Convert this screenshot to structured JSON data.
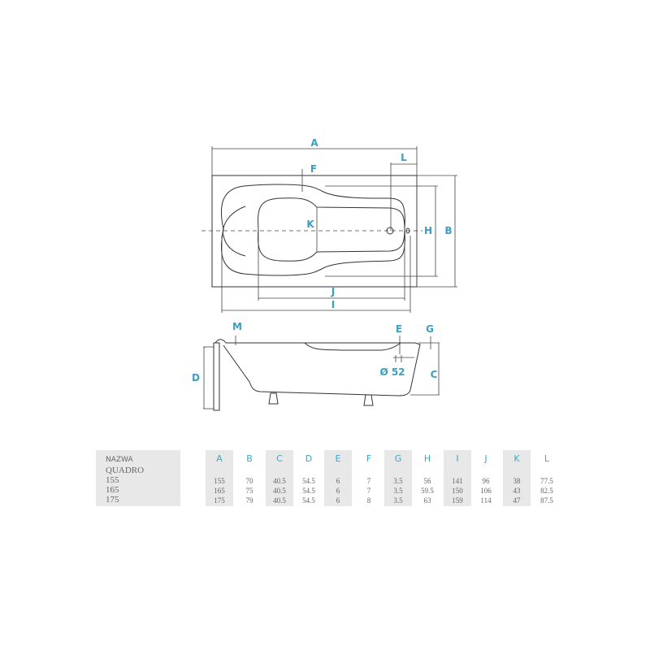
{
  "diagram": {
    "top_view_labels": {
      "A": "A",
      "B": "B",
      "F": "F",
      "H": "H",
      "K": "K",
      "L": "L",
      "J": "J",
      "I": "I"
    },
    "side_view_labels": {
      "M": "M",
      "E": "E",
      "G": "G",
      "D": "D",
      "C": "C",
      "drain": "Ø 52"
    }
  },
  "table": {
    "name_header": "NAZWA",
    "model": "QUADRO",
    "sizes": [
      "155",
      "165",
      "175"
    ],
    "columns": [
      {
        "key": "A",
        "values": [
          "155",
          "165",
          "175"
        ]
      },
      {
        "key": "B",
        "values": [
          "70",
          "75",
          "79"
        ]
      },
      {
        "key": "C",
        "values": [
          "40.5",
          "40.5",
          "40.5"
        ]
      },
      {
        "key": "D",
        "values": [
          "54.5",
          "54.5",
          "54.5"
        ]
      },
      {
        "key": "E",
        "values": [
          "6",
          "6",
          "6"
        ]
      },
      {
        "key": "F",
        "values": [
          "7",
          "7",
          "8"
        ]
      },
      {
        "key": "G",
        "values": [
          "3.5",
          "3.5",
          "3.5"
        ]
      },
      {
        "key": "H",
        "values": [
          "56",
          "59.5",
          "63"
        ]
      },
      {
        "key": "I",
        "values": [
          "141",
          "150",
          "159"
        ]
      },
      {
        "key": "J",
        "values": [
          "96",
          "106",
          "114"
        ]
      },
      {
        "key": "K",
        "values": [
          "38",
          "43",
          "47"
        ]
      },
      {
        "key": "L",
        "values": [
          "77.5",
          "82.5",
          "87.5"
        ]
      }
    ]
  }
}
